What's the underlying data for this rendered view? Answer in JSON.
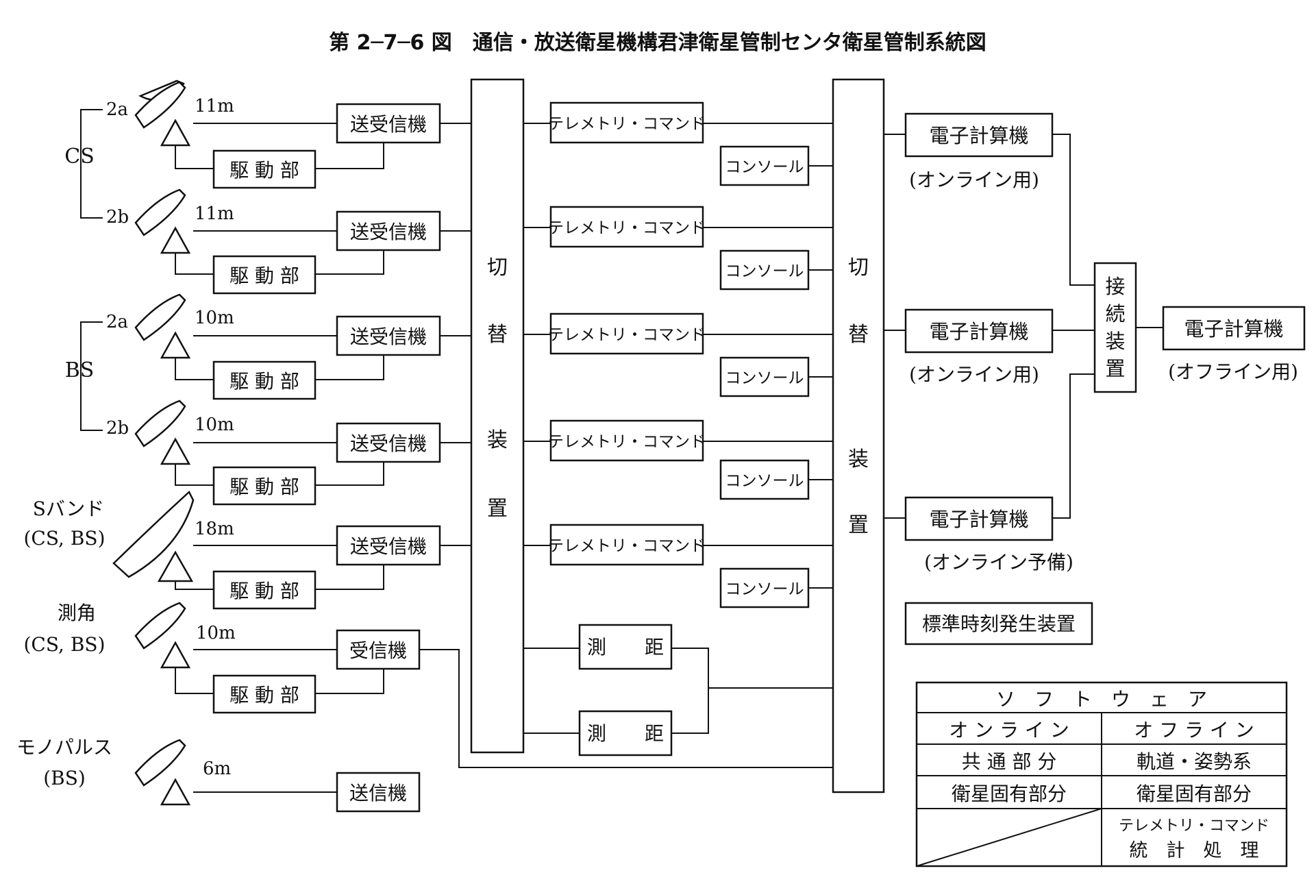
{
  "title": "第 2─7─6 図　通信・放送衛星機構君津衛星管制センタ衛星管制系統図",
  "groups": {
    "cs": "CS",
    "bs": "BS"
  },
  "antennas": [
    {
      "id": "2a",
      "label": "2a",
      "size": "11m",
      "xcvr": "送受信機",
      "drive": "駆 動 部"
    },
    {
      "id": "2b",
      "label": "2b",
      "size": "11m",
      "xcvr": "送受信機",
      "drive": "駆 動 部"
    },
    {
      "id": "2a",
      "label": "2a",
      "size": "10m",
      "xcvr": "送受信機",
      "drive": "駆 動 部"
    },
    {
      "id": "2b",
      "label": "2b",
      "size": "10m",
      "xcvr": "送受信機",
      "drive": "駆 動 部"
    },
    {
      "id": "s-band",
      "label": "Sバンド",
      "sublabel": "(CS, BS)",
      "size": "18m",
      "xcvr": "送受信機",
      "drive": "駆 動 部"
    },
    {
      "id": "angle",
      "label": "測角",
      "sublabel": "(CS, BS)",
      "size": "10m",
      "xcvr": "受信機",
      "drive": "駆 動 部"
    },
    {
      "id": "monopulse",
      "label": "モノパルス",
      "sublabel": "(BS)",
      "size": "6m",
      "xcvr": "送信機"
    }
  ],
  "switch_left": [
    "切",
    "替",
    "装",
    "置"
  ],
  "switch_right": [
    "切",
    "替",
    "装",
    "置"
  ],
  "telemetry_label": "テレメトリ・コマンド",
  "console_label": "コンソール",
  "ranging_label": "測　　距",
  "computers": [
    {
      "label": "電子計算機",
      "note": "(オンライン用)"
    },
    {
      "label": "電子計算機",
      "note": "(オンライン用)"
    },
    {
      "label": "電子計算機",
      "note": "(オンライン予備)"
    }
  ],
  "connector": [
    "接",
    "続",
    "装",
    "置"
  ],
  "offline_computer": {
    "label": "電子計算機",
    "note": "(オフライン用)"
  },
  "time_standard": "標準時刻発生装置",
  "software_table": {
    "header": "ソ　フ　ト　ウ　ェ　ア",
    "col_online": "オ ン ラ イ ン",
    "col_offline": "オ フ ラ イ ン",
    "rows": [
      [
        "共 通 部 分",
        "軌道・姿勢系"
      ],
      [
        "衛星固有部分",
        "衛星固有部分"
      ]
    ],
    "last_offline": [
      "テレメトリ・コマンド",
      "統　計　処　理"
    ]
  }
}
